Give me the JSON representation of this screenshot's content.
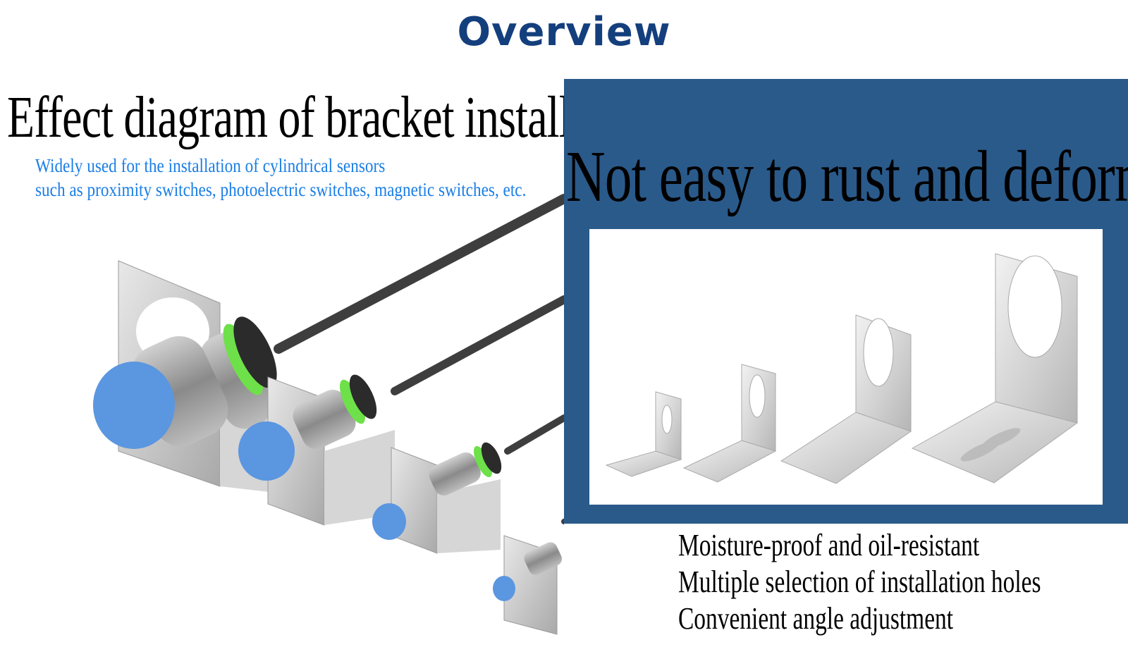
{
  "header": {
    "title": "Overview",
    "title_color": "#143f7d"
  },
  "left_section": {
    "title": "Effect diagram of bracket installation",
    "subtitle_lines": [
      "Widely used for the installation of cylindrical sensors",
      "such as proximity switches, photoelectric switches, magnetic switches, etc."
    ],
    "subtitle_color": "#1a7ee6",
    "illustration": {
      "icon": "sensor-bracket-assembly-illustration",
      "sensors": 4,
      "sensor_cap_color": "#5b96e0",
      "ring_color": "#6ee04a",
      "cable_color": "#3e3e3e"
    }
  },
  "right_section": {
    "panel_color": "#2a5a8a",
    "title": "Not easy to rust and deform",
    "product_image": {
      "icon": "l-bracket-set-photo",
      "bracket_count": 4
    },
    "features": [
      "Moisture-proof and oil-resistant",
      "Multiple selection of installation holes",
      "Convenient angle adjustment"
    ]
  }
}
